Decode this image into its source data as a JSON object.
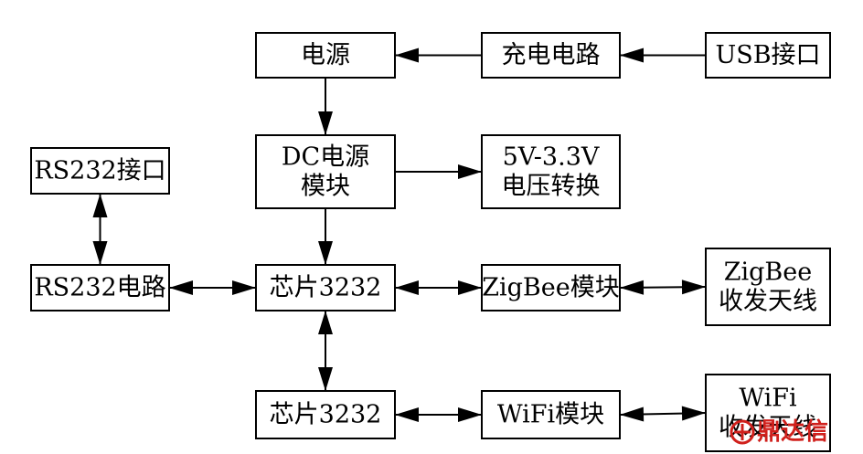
{
  "blocks": {
    "power": {
      "lines": [
        "电源"
      ]
    },
    "charging_circuit": {
      "lines": [
        "充电电路"
      ]
    },
    "usb_port": {
      "lines": [
        "USB接口"
      ]
    },
    "dc_power_module": {
      "lines": [
        "DC电源",
        "模块"
      ]
    },
    "voltage_converter": {
      "lines": [
        "5V-3.3V",
        "电压转换"
      ]
    },
    "rs232_port": {
      "lines": [
        "RS232接口"
      ]
    },
    "rs232_circuit": {
      "lines": [
        "RS232电路"
      ]
    },
    "chip_top": {
      "lines": [
        "芯片3232"
      ]
    },
    "zigbee_module": {
      "lines": [
        "ZigBee模块"
      ]
    },
    "zigbee_antenna": {
      "lines": [
        "ZigBee",
        "收发天线"
      ]
    },
    "chip_bottom": {
      "lines": [
        "芯片3232"
      ]
    },
    "wifi_module": {
      "lines": [
        "WiFi模块"
      ]
    },
    "wifi_antenna": {
      "lines": [
        "WiFi",
        "收发天线"
      ]
    }
  },
  "connections": [
    {
      "from": "charging_circuit",
      "to": "power",
      "direction": "forward"
    },
    {
      "from": "usb_port",
      "to": "charging_circuit",
      "direction": "forward"
    },
    {
      "from": "power",
      "to": "dc_power_module",
      "direction": "forward"
    },
    {
      "from": "dc_power_module",
      "to": "voltage_converter",
      "direction": "forward"
    },
    {
      "from": "dc_power_module",
      "to": "chip_top",
      "direction": "forward"
    },
    {
      "from": "rs232_port",
      "to": "rs232_circuit",
      "direction": "both"
    },
    {
      "from": "rs232_circuit",
      "to": "chip_top",
      "direction": "both"
    },
    {
      "from": "chip_top",
      "to": "zigbee_module",
      "direction": "both"
    },
    {
      "from": "zigbee_module",
      "to": "zigbee_antenna",
      "direction": "both"
    },
    {
      "from": "chip_top",
      "to": "chip_bottom",
      "direction": "both"
    },
    {
      "from": "chip_bottom",
      "to": "wifi_module",
      "direction": "both"
    },
    {
      "from": "wifi_module",
      "to": "wifi_antenna",
      "direction": "both"
    }
  ],
  "watermark": {
    "text": "鼎达信",
    "color": "#d0201c",
    "icon": "logo-icon"
  }
}
